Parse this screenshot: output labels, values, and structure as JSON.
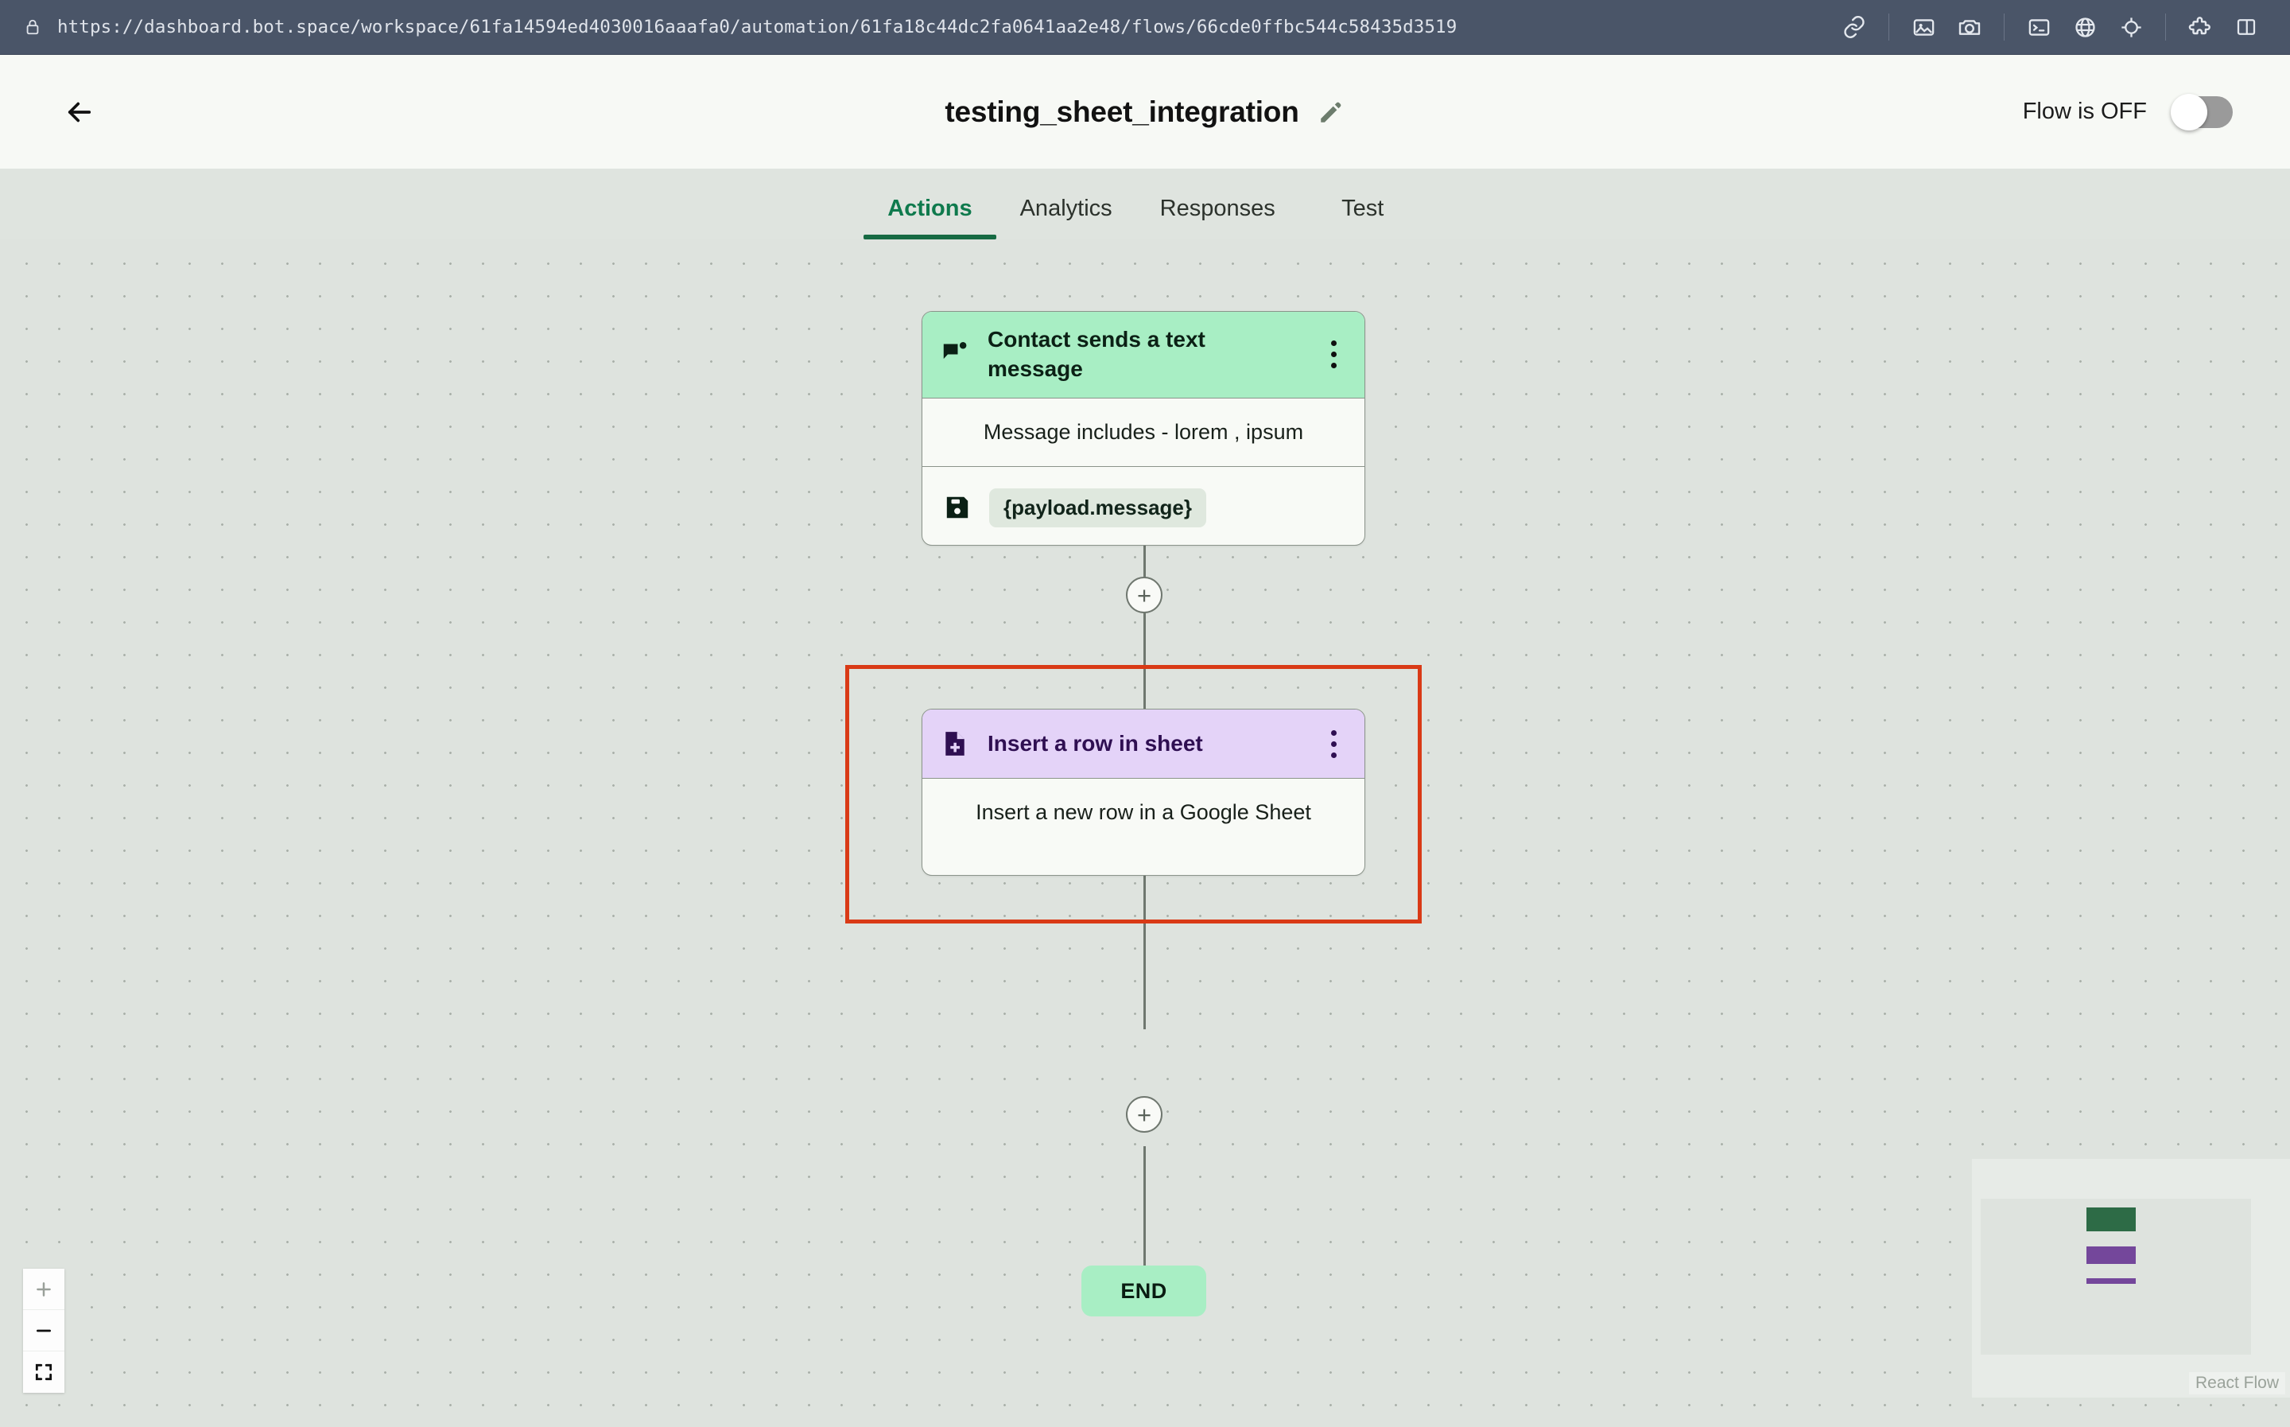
{
  "browser": {
    "url": "https://dashboard.bot.space/workspace/61fa14594ed4030016aaafa0/automation/61fa18c44dc2fa0641aa2e48/flows/66cde0ffbc544c58435d3519",
    "lock_icon": "lock-icon",
    "toolbar_icons": [
      {
        "name": "link-icon",
        "label": "Copy link"
      },
      {
        "name": "image-icon",
        "label": "Image"
      },
      {
        "name": "camera-icon",
        "label": "Screenshot"
      },
      {
        "name": "terminal-icon",
        "label": "Terminal"
      },
      {
        "name": "globe-icon",
        "label": "Network"
      },
      {
        "name": "crosshair-icon",
        "label": "Inspect element"
      },
      {
        "name": "puzzle-icon",
        "label": "Extensions"
      },
      {
        "name": "split-panel-icon",
        "label": "Toggle panel"
      }
    ]
  },
  "header": {
    "back_label": "Back",
    "title": "testing_sheet_integration",
    "edit_icon": "pencil-icon",
    "flow_status": "Flow is OFF",
    "toggle_state": "off"
  },
  "tabs": [
    {
      "label": "Actions",
      "active": true
    },
    {
      "label": "Analytics",
      "active": false
    },
    {
      "label": "Responses",
      "active": false
    },
    {
      "label": "Test",
      "active": false
    }
  ],
  "canvas": {
    "nodes": [
      {
        "id": "trigger",
        "type": "trigger",
        "icon": "message-flag-icon",
        "title": "Contact sends a text message",
        "accent": "#a8eec4",
        "condition": "Message includes - lorem , ipsum",
        "variable_icon": "save-icon",
        "variable": "{payload.message}",
        "menu_icon": "kebab-menu-icon"
      },
      {
        "id": "action",
        "type": "action",
        "icon": "document-plus-icon",
        "title": "Insert a row in sheet",
        "accent": "#e4d3f8",
        "description": "Insert a new row in a Google Sheet",
        "menu_icon": "kebab-menu-icon",
        "selected": true
      }
    ],
    "add_buttons": [
      {
        "name": "add-step-button-1",
        "label": "+"
      },
      {
        "name": "add-step-button-2",
        "label": "+"
      }
    ],
    "end_node": {
      "label": "END"
    },
    "selection_color": "#d93a16"
  },
  "controls": {
    "zoom_in": "+",
    "zoom_out": "−",
    "fit_view": "fit-view-icon"
  },
  "minimap": {
    "attribution": "React Flow",
    "nodes": [
      {
        "color": "#2d6b46",
        "type": "trigger"
      },
      {
        "color": "#74479b",
        "type": "action"
      },
      {
        "color": "#74479b",
        "type": "end"
      }
    ]
  }
}
